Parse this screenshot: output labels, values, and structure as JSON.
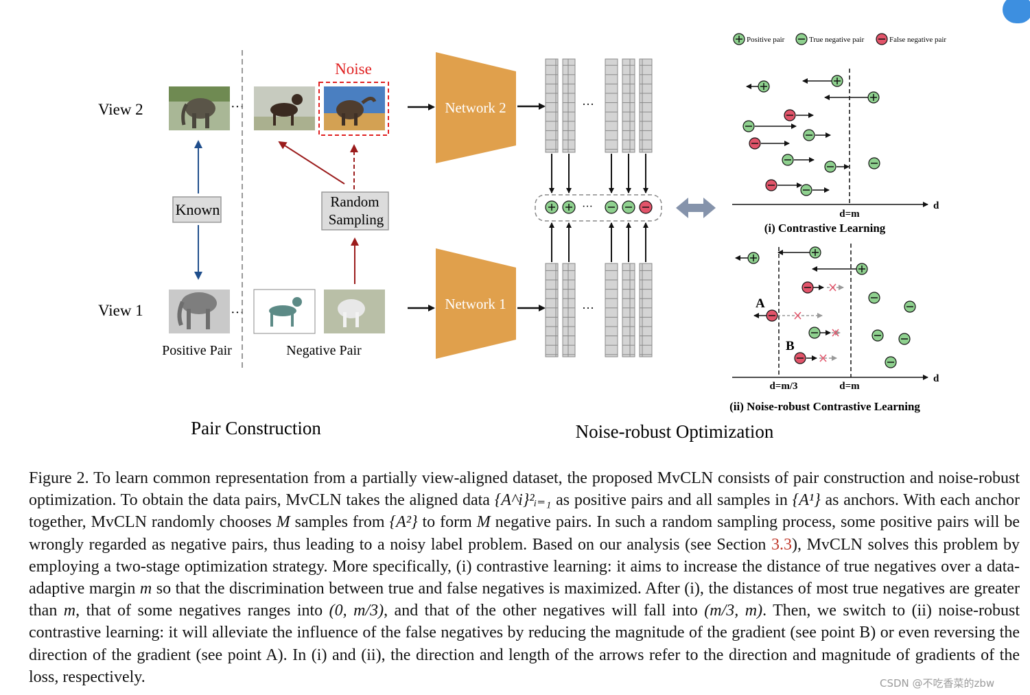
{
  "figure": {
    "view2_label": "View 2",
    "view1_label": "View 1",
    "noise_label": "Noise",
    "known_label": "Known",
    "random_sampling_label": [
      "Random",
      "Sampling"
    ],
    "positive_pair_label": "Positive Pair",
    "negative_pair_label": "Negative Pair",
    "network2_label": "Network 2",
    "network1_label": "Network 1",
    "ellipsis": "···",
    "pair_construction_title": "Pair Construction",
    "noise_robust_title": "Noise-robust Optimization",
    "legend": {
      "positive": "Positive pair",
      "true_negative": "True negative pair",
      "false_negative": "False negative pair"
    },
    "panel_i": {
      "axis_label": "d",
      "marker": "d=m",
      "title": "(i) Contrastive Learning"
    },
    "panel_ii": {
      "axis_label": "d",
      "marker_a": "d=m/3",
      "marker_b": "d=m",
      "point_a": "A",
      "point_b": "B",
      "title": "(ii) Noise-robust Contrastive Learning"
    },
    "colors": {
      "network_fill": "#e0a04c",
      "positive_green": "#8fd18f",
      "negative_red": "#e2546a",
      "known_arrow": "#1f4e8c",
      "sampling_arrow": "#9b1c1c",
      "noise_red": "#e02020",
      "feature_cell": "#d4d4d4",
      "double_arrow": "#8593ab"
    }
  },
  "caption": {
    "s1": "Figure 2. To learn common representation from a partially view-aligned dataset, the proposed MvCLN consists of pair construction and noise-robust optimization.  To obtain the data pairs, MvCLN takes the aligned data ",
    "s2": " as positive pairs and all samples in ",
    "s3": " as anchors.  With each anchor together, MvCLN randomly chooses ",
    "s4": " samples from ",
    "s5": " to form ",
    "s6": " negative pairs.  In such a random sampling process, some positive pairs will be wrongly regarded as negative pairs, thus leading to a noisy label problem.  Based on our analysis (see Section ",
    "section_ref": "3.3",
    "s7": "), MvCLN solves this problem by employing a two-stage optimization strategy. More specifically, (i) contrastive learning: it aims to increase the distance of true negatives over a data-adaptive margin ",
    "s8": " so that the discrimination between true and false negatives is maximized. After (i), the distances of most true negatives are greater than ",
    "s9": ", that of some negatives ranges into ",
    "s10": ", and that of the other negatives will fall into ",
    "s11": ". Then, we switch to (ii) noise-robust contrastive learning: it will alleviate the influence of the false negatives by reducing the magnitude of the gradient (see point B) or even reversing the direction of the gradient (see point A). In (i) and (ii), the direction and length of the arrows refer to the direction and magnitude of gradients of the loss, respectively.",
    "math_aligned": "{A^i}²ᵢ₌₁",
    "math_A1": "{A¹}",
    "math_M": "M",
    "math_A2": "{A²}",
    "math_m": "m",
    "math_range1": "(0, m/3)",
    "math_range2": "(m/3, m)"
  },
  "watermark": "CSDN @不吃香菜的zbw"
}
